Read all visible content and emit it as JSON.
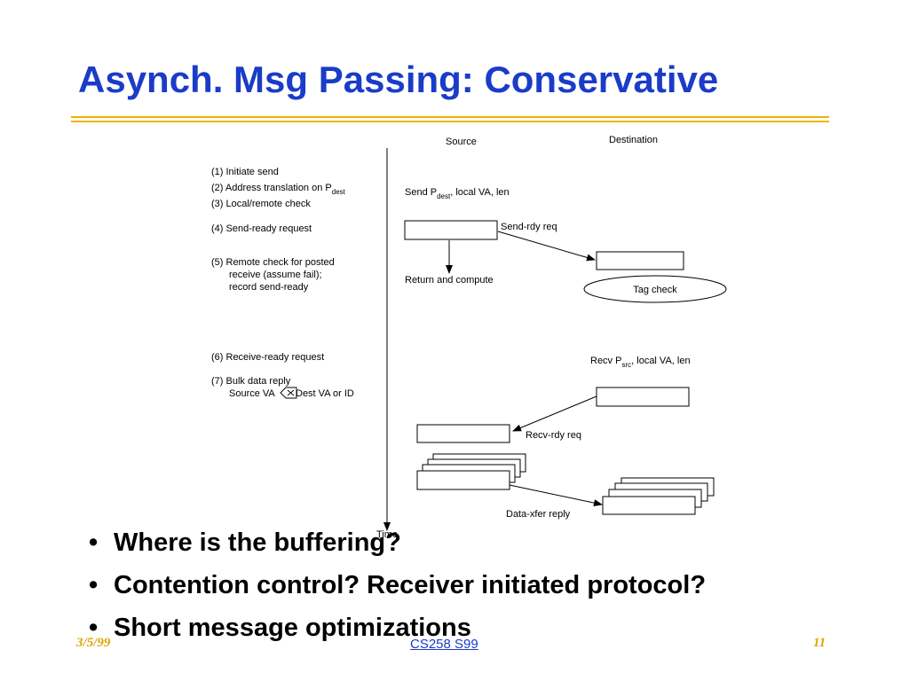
{
  "slide": {
    "title": "Asynch. Msg Passing: Conservative",
    "accent_color": "#1a3cc8",
    "rule_color": "#f0b400"
  },
  "diagram": {
    "source_label": "Source",
    "destination_label": "Destination",
    "time_label": "Time",
    "steps": [
      {
        "label": "(1) Initiate send"
      },
      {
        "label": "(2) Address translation on P",
        "sub": "dest"
      },
      {
        "label": "(3) Local/remote check"
      },
      {
        "label": "(4) Send-ready request"
      },
      {
        "label": "(5) Remote check for posted",
        "cont1": "receive (assume fail);",
        "cont2": "record send-ready"
      },
      {
        "label": "(6) Receive-ready request"
      },
      {
        "label": "(7) Bulk data reply",
        "cont1_a": "Source VA",
        "cont1_b": "Dest VA or ID",
        "symbol": "delete-arrow-icon"
      }
    ],
    "send_call": {
      "prefix": "Send P",
      "sub": "dest",
      "suffix": ", local VA, len"
    },
    "recv_call": {
      "prefix": "Recv P",
      "sub": "src",
      "suffix": ", local VA, len"
    },
    "send_rdy_req": "Send-rdy req",
    "return_compute": "Return and compute",
    "tag_check": "Tag check",
    "recv_rdy_req": "Recv-rdy req",
    "data_xfer_reply": "Data-xfer reply"
  },
  "bullets": [
    "Where is the buffering?",
    "Contention control?  Receiver initiated protocol?",
    "Short message optimizations"
  ],
  "footer": {
    "date": "3/5/99",
    "course": "CS258 S99",
    "page": "11"
  }
}
